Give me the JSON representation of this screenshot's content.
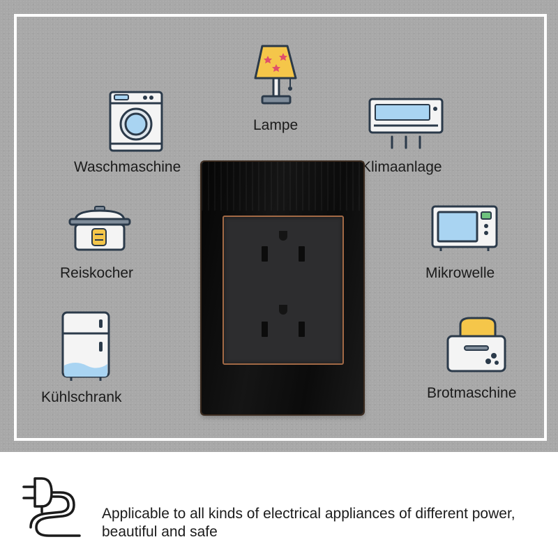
{
  "appliances": {
    "lamp": "Lampe",
    "washing_machine": "Waschmaschine",
    "air_conditioner": "Klimaanlage",
    "rice_cooker": "Reiskocher",
    "microwave": "Mikrowelle",
    "fridge": "Kühlschrank",
    "toaster": "Brotmaschine"
  },
  "footer": {
    "description": "Applicable to all kinds of electrical appliances of different power, beautiful and safe"
  },
  "colors": {
    "background_gray": "#a8a8a8",
    "icon_outline": "#2b3a4a",
    "accent_blue": "#a9d4f2",
    "accent_yellow": "#f5c64a",
    "plate_trim": "#a36a46"
  }
}
